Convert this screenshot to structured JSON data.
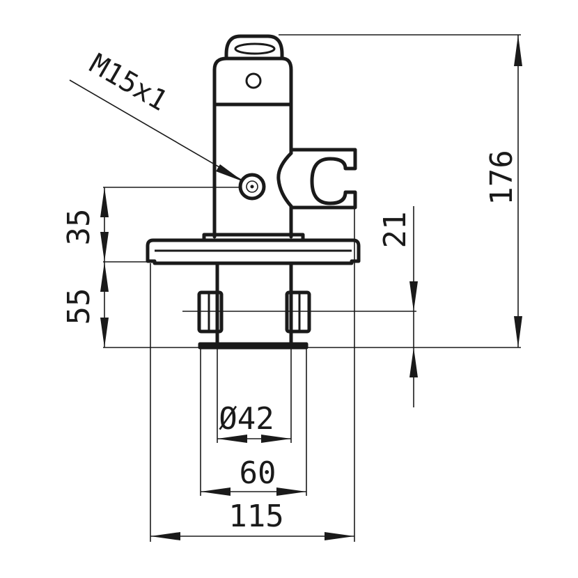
{
  "drawing": {
    "dimensions": {
      "total_height": "176",
      "upper_offset": "35",
      "lower_offset": "55",
      "cross_offset": "21",
      "inner_diameter": "Ø42",
      "base_width": "60",
      "flange_width": "115"
    },
    "callouts": {
      "thread": "M15x1"
    },
    "colors": {
      "line": "#1a1a1a",
      "background": "#ffffff"
    }
  }
}
